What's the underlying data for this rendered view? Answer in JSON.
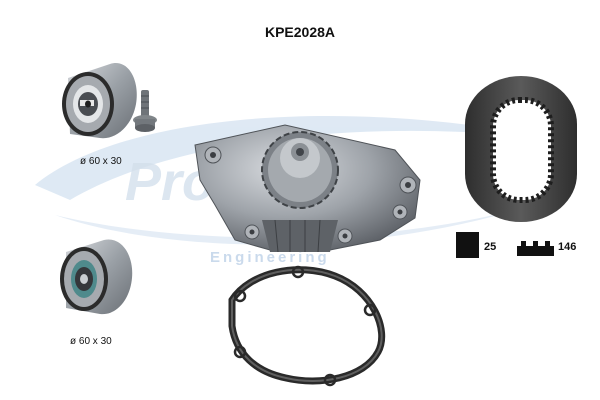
{
  "product": {
    "code": "KPE2028A"
  },
  "rollers": [
    {
      "size": "ø 60 x 30"
    },
    {
      "size": "ø 60 x 30"
    }
  ],
  "belt": {
    "width": "25",
    "teeth": "146"
  },
  "watermark": {
    "brand": "ProKits",
    "tagline": "Engineering"
  },
  "icons": {
    "width": "belt-width-icon",
    "teeth": "belt-teeth-icon"
  },
  "colors": {
    "steel": "#8f9399",
    "rubber": "#3a3a3a",
    "watermark": "#d6e4f2"
  }
}
